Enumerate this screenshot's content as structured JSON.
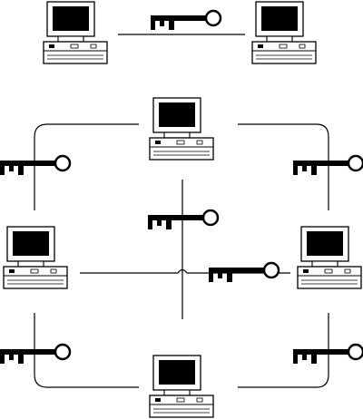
{
  "diagram": {
    "top_pair": {
      "computers": [
        "computer-left",
        "computer-right"
      ],
      "key": "key-icon"
    },
    "network": {
      "computers": [
        "computer-top",
        "computer-left",
        "computer-right",
        "computer-bottom"
      ],
      "keys": [
        "key-top-left",
        "key-top-right",
        "key-center-top",
        "key-center-right",
        "key-bottom-left",
        "key-bottom-right"
      ]
    },
    "colors": {
      "ink": "#000000",
      "paper": "#ffffff"
    }
  }
}
